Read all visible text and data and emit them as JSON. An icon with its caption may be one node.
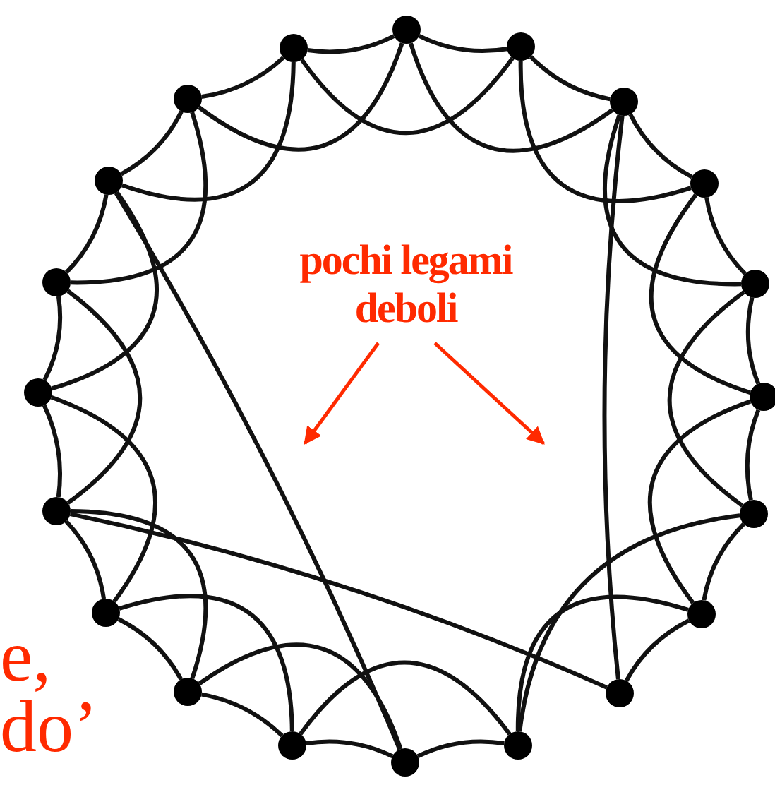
{
  "diagram": {
    "nodes": [
      {
        "text": [],
        "shape": "circle"
      },
      {
        "text": [],
        "shape": "circle"
      },
      {
        "text": [],
        "shape": "circle"
      },
      {
        "text": [],
        "shape": "circle"
      },
      {
        "text": [],
        "shape": "circle"
      },
      {
        "text": [],
        "shape": "circle"
      },
      {
        "text": [],
        "shape": "circle"
      },
      {
        "text": [],
        "shape": "circle"
      },
      {
        "text": [],
        "shape": "circle"
      },
      {
        "text": [],
        "shape": "circle"
      },
      {
        "text": [],
        "shape": "circle"
      },
      {
        "text": [],
        "shape": "circle"
      },
      {
        "text": [],
        "shape": "circle"
      },
      {
        "text": [],
        "shape": "circle"
      },
      {
        "text": [],
        "shape": "circle"
      },
      {
        "text": [],
        "shape": "circle"
      },
      {
        "text": [],
        "shape": "circle"
      },
      {
        "text": [],
        "shape": "circle"
      },
      {
        "text": [],
        "shape": "circle"
      },
      {
        "text": [],
        "shape": "circle"
      },
      {
        "text": [
          "pochi legami deboli"
        ]
      }
    ],
    "edges": [
      {
        "from": 0,
        "to": 1,
        "arrow": "none"
      },
      {
        "from": 1,
        "to": 2,
        "arrow": "none"
      },
      {
        "from": 2,
        "to": 3,
        "arrow": "none"
      },
      {
        "from": 3,
        "to": 4,
        "arrow": "none"
      },
      {
        "from": 4,
        "to": 5,
        "arrow": "none"
      },
      {
        "from": 5,
        "to": 6,
        "arrow": "none"
      },
      {
        "from": 6,
        "to": 7,
        "arrow": "none"
      },
      {
        "from": 7,
        "to": 8,
        "arrow": "none"
      },
      {
        "from": 9,
        "to": 10,
        "arrow": "none"
      },
      {
        "from": 10,
        "to": 11,
        "arrow": "none"
      },
      {
        "from": 11,
        "to": 12,
        "arrow": "none"
      },
      {
        "from": 12,
        "to": 13,
        "arrow": "none"
      },
      {
        "from": 13,
        "to": 14,
        "arrow": "none"
      },
      {
        "from": 14,
        "to": 15,
        "arrow": "none"
      },
      {
        "from": 15,
        "to": 16,
        "arrow": "none"
      },
      {
        "from": 16,
        "to": 17,
        "arrow": "none"
      },
      {
        "from": 17,
        "to": 18,
        "arrow": "none"
      },
      {
        "from": 18,
        "to": 19,
        "arrow": "none"
      },
      {
        "from": 19,
        "to": 0,
        "arrow": "none"
      },
      {
        "from": 0,
        "to": 2,
        "arrow": "none"
      },
      {
        "from": 1,
        "to": 3,
        "arrow": "none"
      },
      {
        "from": 2,
        "to": 4,
        "arrow": "none"
      },
      {
        "from": 3,
        "to": 5,
        "arrow": "none"
      },
      {
        "from": 4,
        "to": 6,
        "arrow": "none"
      },
      {
        "from": 5,
        "to": 7,
        "arrow": "none"
      },
      {
        "from": 6,
        "to": 9,
        "arrow": "none"
      },
      {
        "from": 7,
        "to": 9,
        "arrow": "none"
      },
      {
        "from": 9,
        "to": 11,
        "arrow": "none"
      },
      {
        "from": 10,
        "to": 12,
        "arrow": "none"
      },
      {
        "from": 11,
        "to": 13,
        "arrow": "none"
      },
      {
        "from": 12,
        "to": 14,
        "arrow": "none"
      },
      {
        "from": 13,
        "to": 15,
        "arrow": "none"
      },
      {
        "from": 14,
        "to": 16,
        "arrow": "none"
      },
      {
        "from": 15,
        "to": 17,
        "arrow": "none"
      },
      {
        "from": 16,
        "to": 18,
        "arrow": "none"
      },
      {
        "from": 17,
        "to": 19,
        "arrow": "none"
      },
      {
        "from": 18,
        "to": 0,
        "arrow": "none"
      },
      {
        "from": 19,
        "to": 1,
        "arrow": "none"
      },
      {
        "from": 14,
        "to": 8,
        "arrow": "none"
      },
      {
        "from": 17,
        "to": 10,
        "arrow": "none"
      },
      {
        "from": 2,
        "to": 8,
        "arrow": "none"
      },
      {
        "from": 20,
        "to": null,
        "arrow": "to",
        "color": "#ff2a00"
      },
      {
        "from": 20,
        "to": null,
        "arrow": "to",
        "color": "#ff2a00"
      }
    ],
    "labels": [
      "e,",
      "do’"
    ]
  }
}
